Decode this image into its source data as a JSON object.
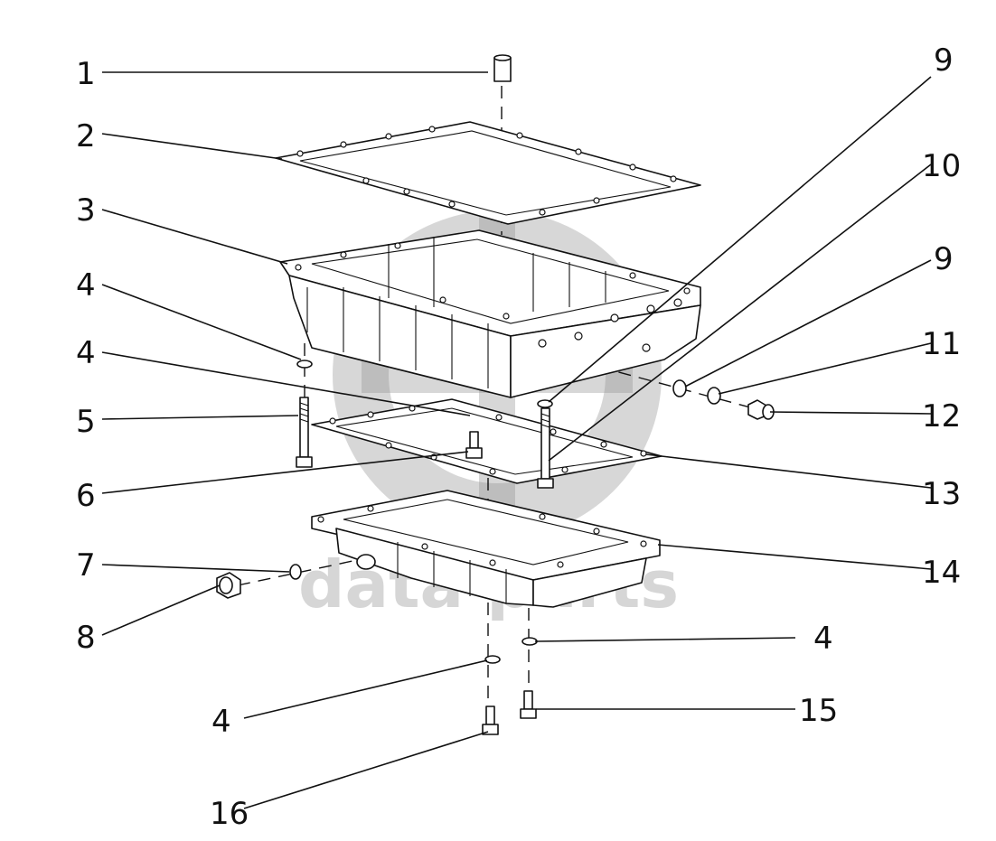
{
  "watermark": {
    "text": "data parts",
    "color": "#8c8c8c"
  },
  "callouts": [
    "1",
    "2",
    "3",
    "4",
    "4",
    "5",
    "6",
    "7",
    "8",
    "9",
    "10",
    "9",
    "11",
    "12",
    "13",
    "14",
    "4",
    "4",
    "15",
    "16"
  ]
}
